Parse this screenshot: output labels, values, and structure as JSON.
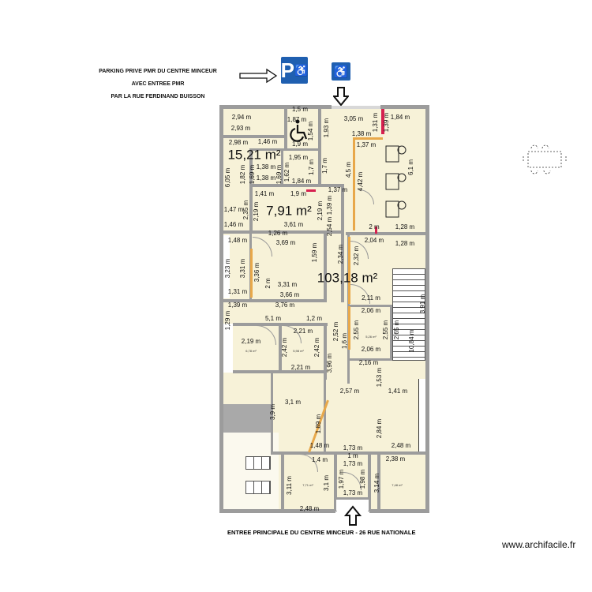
{
  "header": {
    "lines": [
      "PARKING PRIVE PMR DU CENTRE MINCEUR",
      "AVEC ENTREE PMR",
      "PAR LA RUE FERDINAND BUISSON"
    ],
    "parking_sign": "P",
    "sign_color": "#1f5fb0"
  },
  "footer": {
    "caption": "ENTREE PRINCIPALE DU CENTRE MINCEUR - 26 RUE NATIONALE",
    "watermark": "www.archifacile.fr"
  },
  "areas": {
    "large": [
      "15,21 m²",
      "7,91 m²",
      "103,18 m²"
    ],
    "small": [
      "6,78 m²",
      "5,98 m²",
      "5,26 m²",
      "7,71 m²",
      "7,48 m²"
    ]
  },
  "dims": [
    "1,5 m",
    "2,94 m",
    "1,87 m",
    "3,05 m",
    "1,84 m",
    "1,39 m",
    "1,31 m",
    "2,93 m",
    "1,54 m",
    "1,93 m",
    "1,38 m",
    "2,98 m",
    "1,46 m",
    "1,9 m",
    "1,37 m",
    "1,38 m",
    "1,95 m",
    "6,05 m",
    "1,82 m",
    "1,69 m",
    "1,69 m",
    "1,62 m",
    "1,7 m",
    "1,7 m",
    "4,42 m",
    "4,5 m",
    "6,1 m",
    "1,38 m",
    "1,84 m",
    "1,41 m",
    "1,9 m",
    "1,37 m",
    "1,39 m",
    "2,54 m",
    "1,47 m",
    "2,35 m",
    "2,19 m",
    "2,19 m",
    "1,46 m",
    "3,61 m",
    "2 m",
    "1,28 m",
    "1,26 m",
    "1,48 m",
    "3,69 m",
    "1,59 m",
    "2,04 m",
    "1,28 m",
    "2,34 m",
    "2,32 m",
    "3,23 m",
    "3,31 m",
    "3,36 m",
    "2 m",
    "3,31 m",
    "3,66 m",
    "1,31 m",
    "2,11 m",
    "1,39 m",
    "3,76 m",
    "3,91 m",
    "1,29 m",
    "2,06 m",
    "5,1 m",
    "2,21 m",
    "1,2 m",
    "2,52 m",
    "1,6 m",
    "2,55 m",
    "2,55 m",
    "2,65 m",
    "2,19 m",
    "2,42 m",
    "2,42 m",
    "10,84 m",
    "2,06 m",
    "3,96 m",
    "2,21 m",
    "2,16 m",
    "1,53 m",
    "2,57 m",
    "1,41 m",
    "3,1 m",
    "3,9 m",
    "1,89 m",
    "2,84 m",
    "1,48 m",
    "1,73 m",
    "1 m",
    "2,48 m",
    "1,4 m",
    "1,73 m",
    "2,38 m",
    "1,97 m",
    "1,98 m",
    "3,11 m",
    "3,1 m",
    "3,14 m",
    "1,73 m",
    "2,48 m"
  ]
}
